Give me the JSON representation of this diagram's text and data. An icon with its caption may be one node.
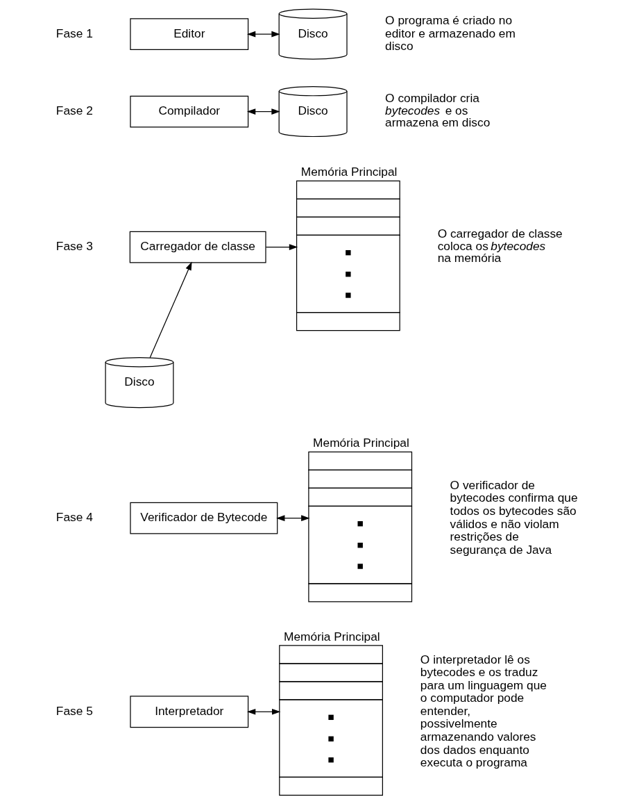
{
  "diagram": {
    "nodes": [
      {
        "text": [
          "Editor"
        ]
      },
      {
        "text": [
          "Disco"
        ]
      },
      {
        "text": [
          "Compilador"
        ]
      },
      {
        "text": [
          "Disco"
        ]
      },
      {
        "text": [
          "Carregador de classe"
        ]
      },
      {
        "text": [
          "Memória Principal"
        ]
      },
      {
        "text": [
          "Disco"
        ]
      },
      {
        "text": [
          "Verificador de Bytecode"
        ]
      },
      {
        "text": [
          "Memória Principal"
        ]
      },
      {
        "text": [
          "Interpretador"
        ]
      },
      {
        "text": [
          "Memória Principal"
        ]
      }
    ],
    "edges": [
      {
        "from": 0,
        "to": 1,
        "arrow": "both"
      },
      {
        "from": 2,
        "to": 3,
        "arrow": "both"
      },
      {
        "from": 4,
        "to": 5,
        "arrow": "to"
      },
      {
        "from": 6,
        "to": 4,
        "arrow": "to"
      },
      {
        "from": 7,
        "to": 8,
        "arrow": "both"
      },
      {
        "from": 9,
        "to": 10,
        "arrow": "both"
      }
    ],
    "labels": [
      "Fase 1",
      "O programa é criado no editor e armazenado em disco",
      "Fase 2",
      "O compilador cria *bytecodes* e os armazena em disco",
      "Fase 3",
      "O carregador de classe coloca os *bytecodes* na memória",
      "Fase 4",
      "O verificador de bytecodes confirma que todos os bytecodes são válidos e não violam restrições de segurança de Java",
      "Fase 5",
      "O interpretador lê os bytecodes e os traduz para um linguagem que o computador pode entender, possivelmente armazenando valores dos dados enquanto executa o programa"
    ]
  }
}
